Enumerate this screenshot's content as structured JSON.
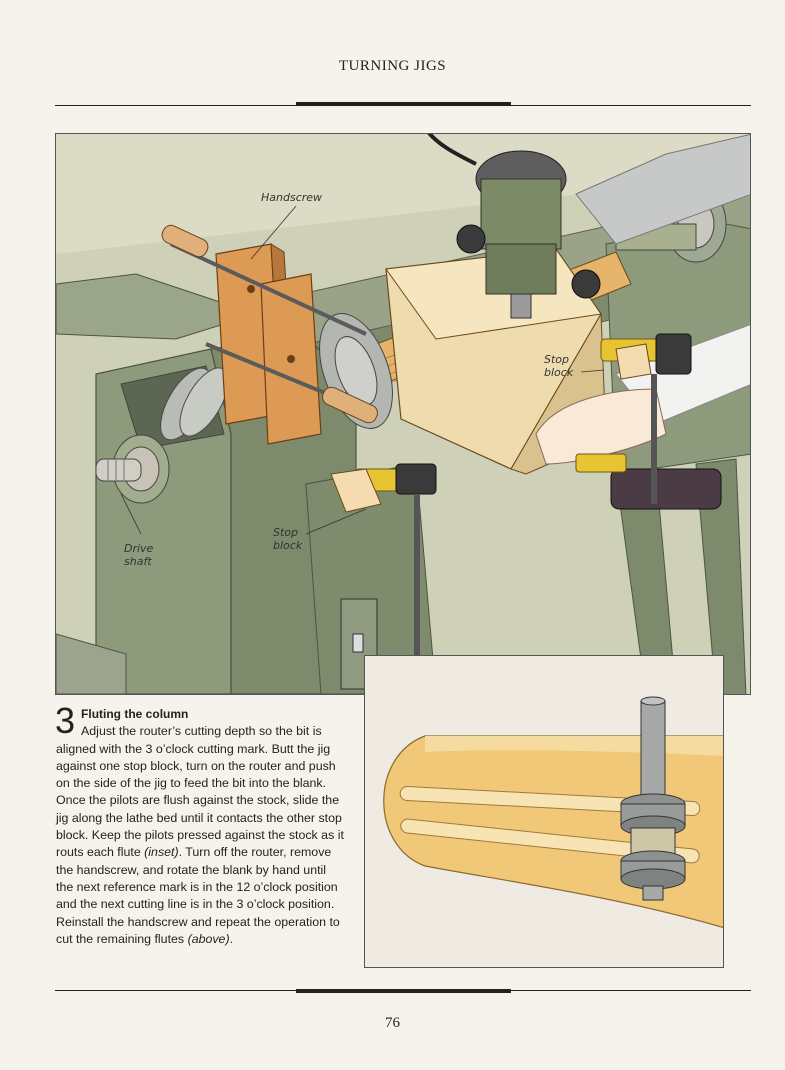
{
  "header": {
    "running_title": "TURNING JIGS"
  },
  "figure": {
    "labels": {
      "handscrew": "Handscrew",
      "stop_block_right": "Stop\nblock",
      "stop_block_left": "Stop\nblock",
      "drive_shaft": "Drive\nshaft"
    }
  },
  "caption": {
    "step_number": "3",
    "title": "Fluting the column",
    "body_1": "Adjust the router’s cutting depth so the bit is aligned with the 3 o’clock cutting mark. Butt the jig against one stop block, turn on the router and push on the side of the jig to feed the bit into the blank. Once the pilots are flush against the stock, slide the jig along the lathe bed until it contacts the other stop block. Keep the pilots pressed against the stock as it routs each flute ",
    "inset_ref": "(inset)",
    "body_2": ". Turn off the router, remove the handscrew, and rotate the blank by hand until the next reference mark is in the 12 o’clock position and the next cutting line is in the 3 o’clock position. Reinstall the handscrew and repeat the operation to cut the remaining flutes ",
    "above_ref": "(above)",
    "body_3": "."
  },
  "footer": {
    "page_number": "76"
  },
  "colors": {
    "lathe_green": "#8f9c7c",
    "wood": "#e4b56a",
    "jig_box": "#ecd9a9",
    "metal": "#a7abab",
    "clamp_yellow": "#e7c431"
  }
}
